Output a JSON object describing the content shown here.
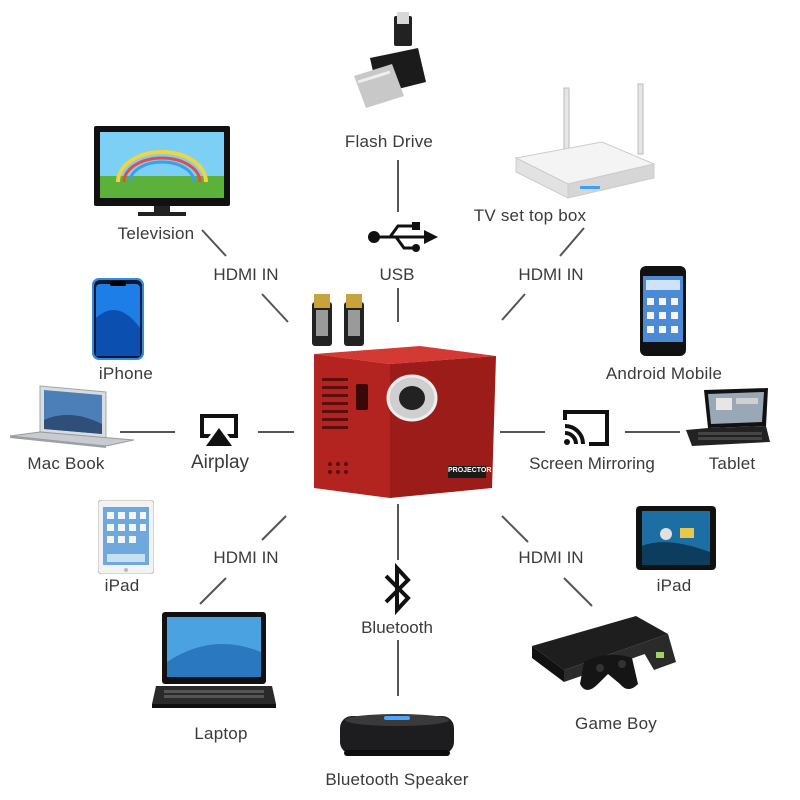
{
  "center": {
    "badge": "PROJECTOR"
  },
  "devices": {
    "flash_drive": "Flash Drive",
    "tv_box": "TV set top box",
    "television": "Television",
    "iphone": "iPhone",
    "android": "Android Mobile",
    "macbook": "Mac Book",
    "tablet": "Tablet",
    "ipad_left": "iPad",
    "ipad_right": "iPad",
    "laptop": "Laptop",
    "game_boy": "Game Boy",
    "bt_speaker": "Bluetooth Speaker"
  },
  "connections": {
    "usb": "USB",
    "hdmi_tl": "HDMI IN",
    "hdmi_tr": "HDMI IN",
    "airplay": "Airplay",
    "screen_mirroring": "Screen Mirroring",
    "hdmi_bl": "HDMI IN",
    "hdmi_br": "HDMI IN",
    "bluetooth": "Bluetooth"
  },
  "colors": {
    "projector": "#b5211e",
    "line": "#555555"
  },
  "icons": [
    "usb-icon",
    "airplay-icon",
    "cast-icon",
    "bluetooth-icon"
  ]
}
